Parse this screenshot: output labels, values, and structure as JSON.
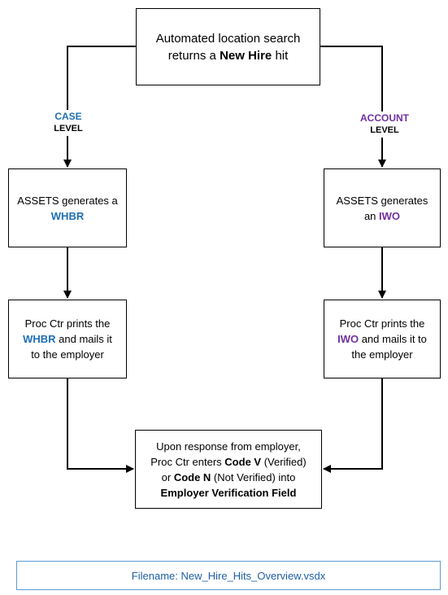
{
  "start": {
    "line1": "Automated location search",
    "line2_pre": "returns a ",
    "line2_bold": "New Hire",
    "line2_post": " hit"
  },
  "case_level": {
    "top": "CASE",
    "bottom": "LEVEL"
  },
  "account_level": {
    "top": "ACCOUNT",
    "bottom": "LEVEL"
  },
  "whbr_generate": {
    "line1": "ASSETS generates a",
    "line2": "WHBR"
  },
  "iwo_generate": {
    "line1": "ASSETS generates",
    "line2_pre": "an ",
    "line2_accent": "IWO"
  },
  "whbr_print": {
    "line1": "Proc Ctr prints the",
    "line2_accent": "WHBR",
    "line2_post": " and mails it",
    "line3": "to the employer"
  },
  "iwo_print": {
    "line1": "Proc Ctr prints the",
    "line2_accent": "IWO",
    "line2_post": " and mails it to",
    "line3": "the employer"
  },
  "response": {
    "line1": "Upon response from employer,",
    "line2_pre": "Proc Ctr enters ",
    "line2_bold": "Code V",
    "line2_post": " (Verified)",
    "line3_pre": "or ",
    "line3_bold": "Code N",
    "line3_post": " (Not Verified) into",
    "line4": "Employer Verification Field"
  },
  "footer": {
    "filename": "Filename:  New_Hire_Hits_Overview.vsdx"
  },
  "colors": {
    "case_accent": "#1f6fb5",
    "account_accent": "#7030a0",
    "footer_border": "#5b9bd5"
  }
}
